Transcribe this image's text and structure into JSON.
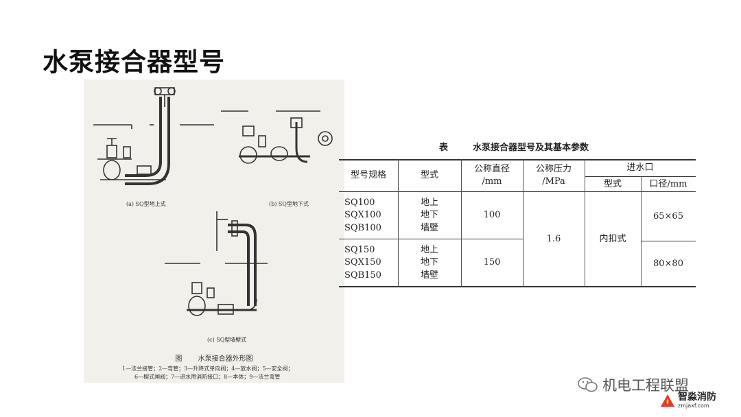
{
  "slide": {
    "title": "水泵接合器型号"
  },
  "figure": {
    "caption_a": "(a) SQ型地上式",
    "caption_b": "(b) SQ型地下式",
    "caption_c": "(c) SQ型墙壁式",
    "title": "图 水泵接合器外形图",
    "legend_line1": "1—法兰接管；2—弯管；3—升降式单向阀；4—放水阀；5—安全阀；",
    "legend_line2": "6—楔式闸阀；7—进水用消防接口；8—本体；9—法兰弯管"
  },
  "table": {
    "caption_label": "表",
    "caption_title": "水泵接合器型号及其基本参数",
    "headers": {
      "model": "型号规格",
      "type": "型式",
      "diameter": "公称直径",
      "diameter_unit": "/mm",
      "pressure": "公称压力",
      "pressure_unit": "/MPa",
      "inlet": "进水口",
      "inlet_type": "型式",
      "inlet_size": "口径/mm"
    },
    "group1": {
      "models": [
        "SQ100",
        "SQX100",
        "SQB100"
      ],
      "types": [
        "地上",
        "地下",
        "墙壁"
      ],
      "diameter": "100",
      "inlet_size": "65×65"
    },
    "group2": {
      "models": [
        "SQ150",
        "SQX150",
        "SQB150"
      ],
      "types": [
        "地上",
        "地下",
        "墙壁"
      ],
      "diameter": "150",
      "inlet_size": "80×80"
    },
    "pressure_value": "1.6",
    "inlet_type_value": "内扣式"
  },
  "watermark": {
    "text": "机电工程联盟"
  },
  "logo": {
    "name": "智淼消防",
    "url": "zmjaxf.com"
  }
}
